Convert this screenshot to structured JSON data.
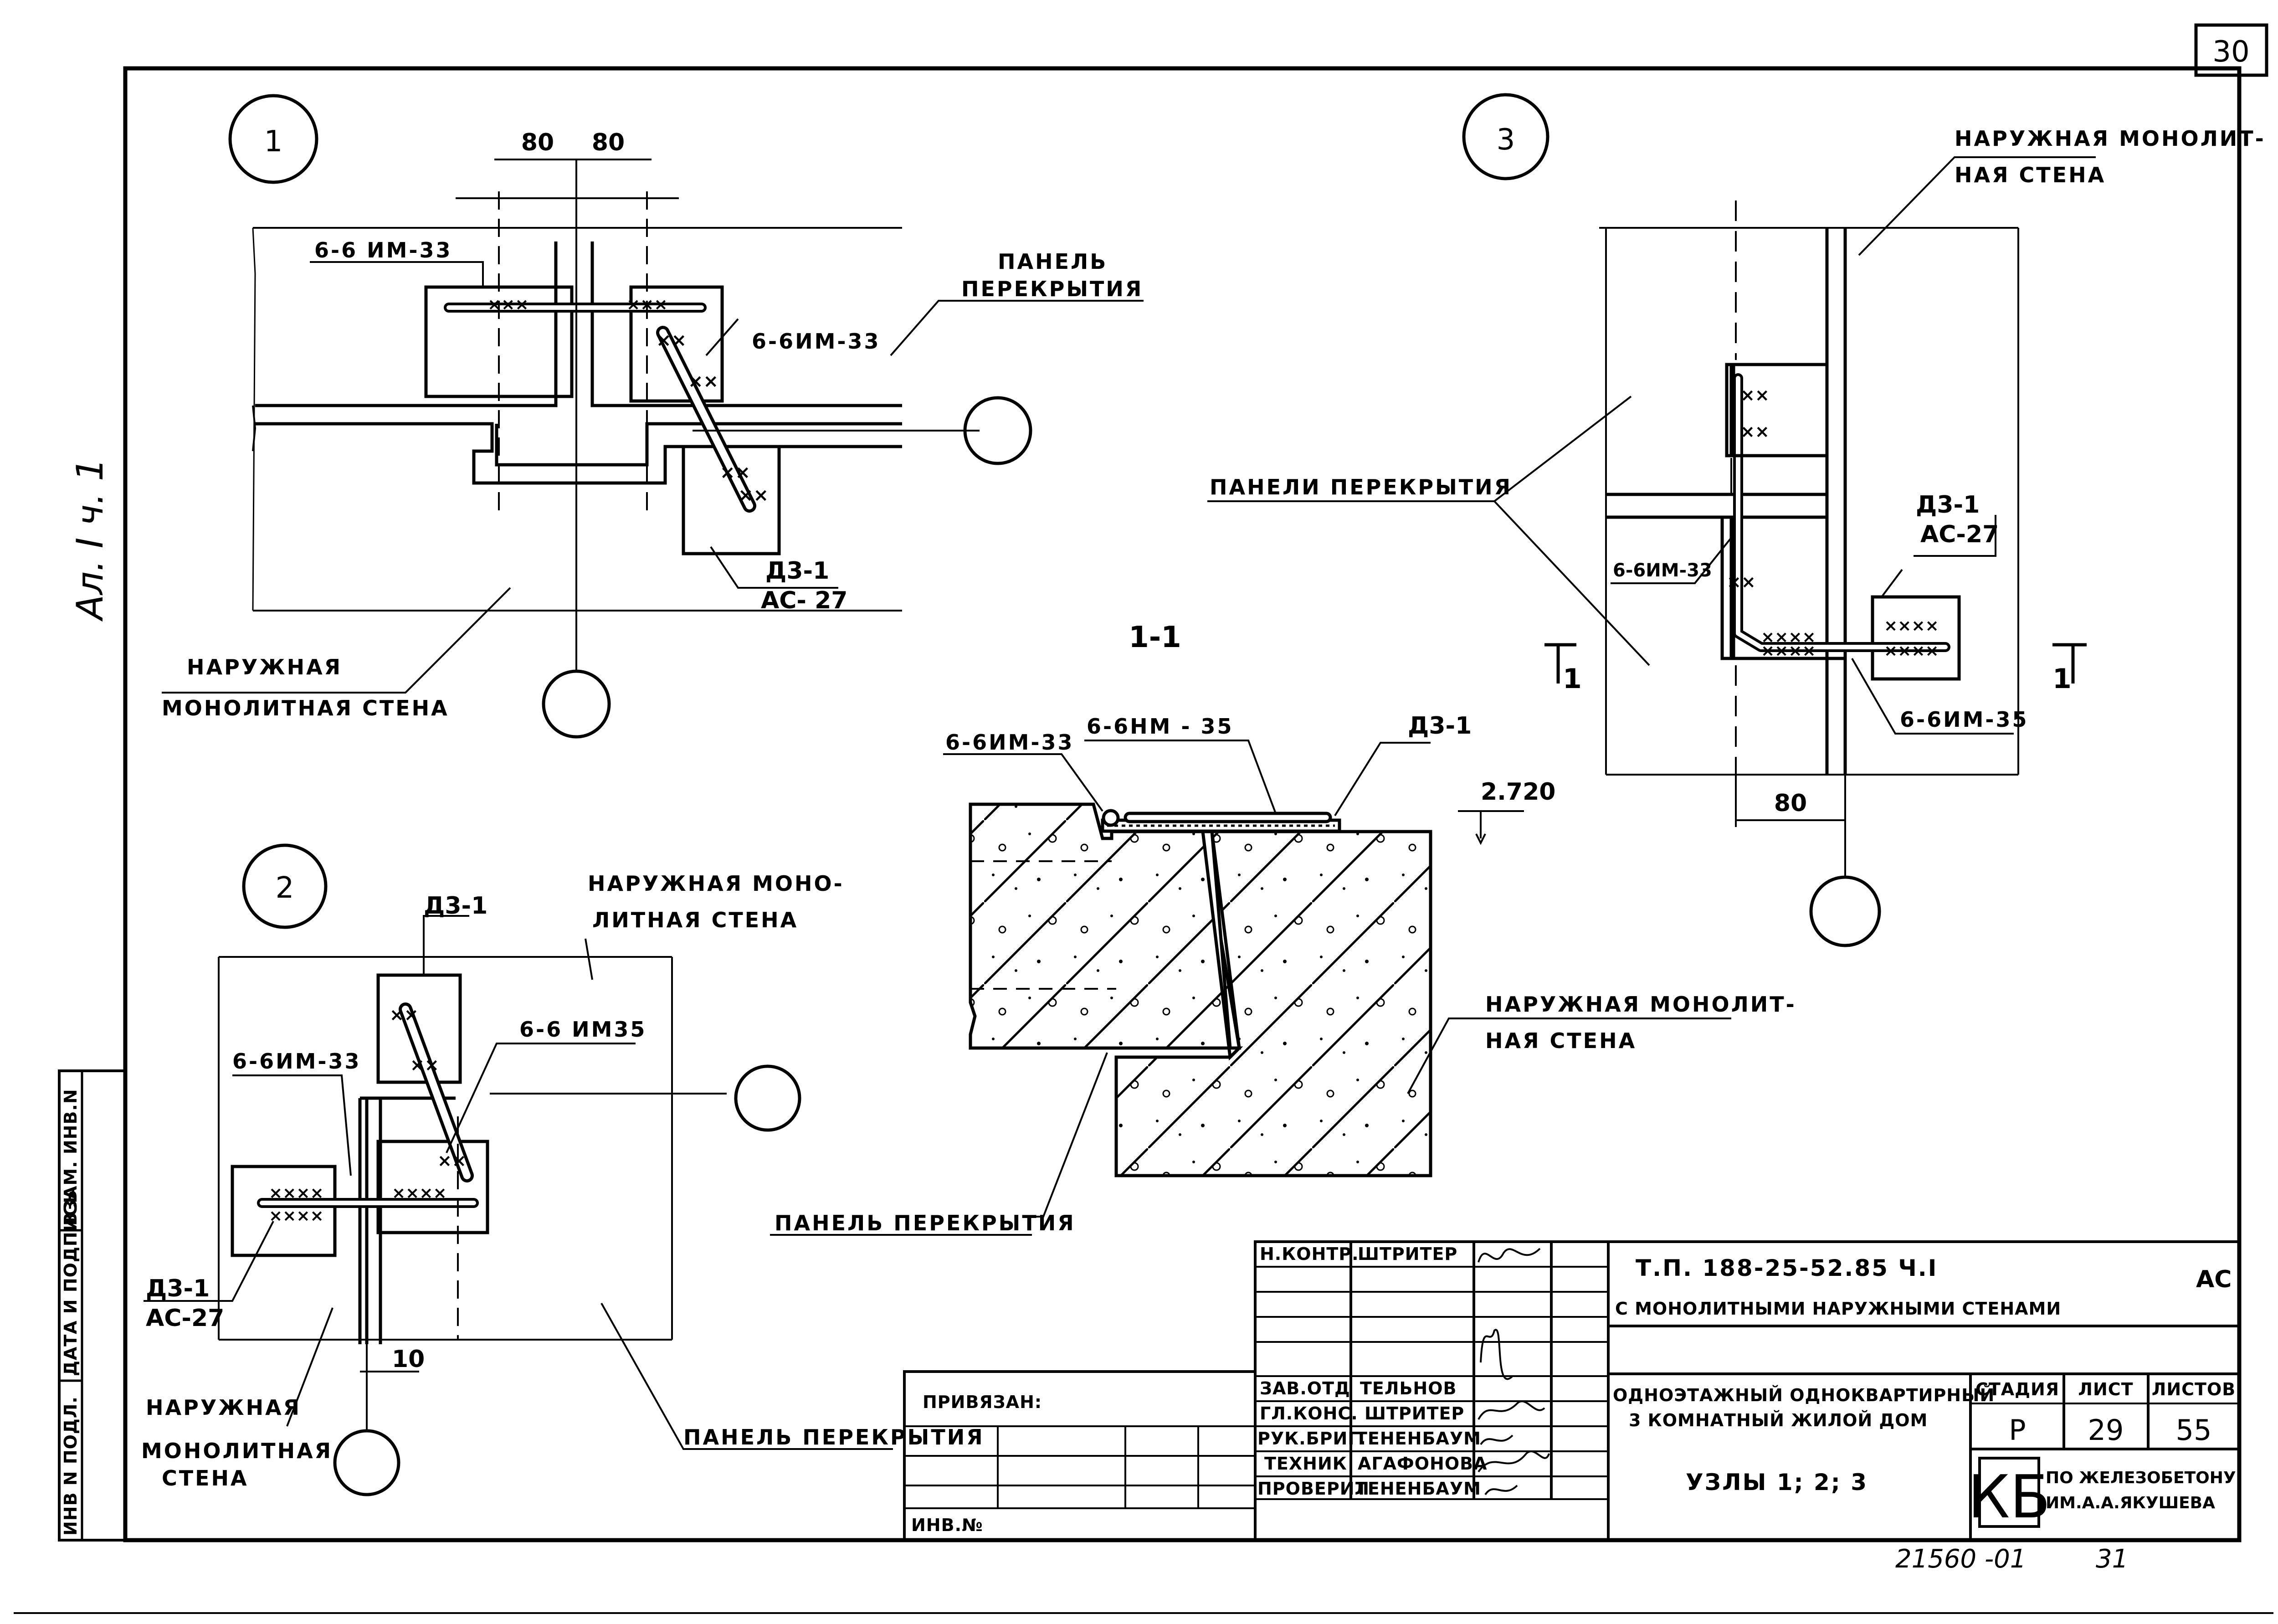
{
  "sheet_number": "30",
  "left_margin": {
    "album_label": "Ал. I  ч. 1"
  },
  "side_strip": {
    "inv_podl": "ИНВ N ПОДЛ.",
    "data_podpis": "ДАТА И ПОДПИСЬ",
    "vzam_inv": "ВЗАМ. ИНВ.N"
  },
  "details": {
    "node1": {
      "number": "1",
      "dim_left": "80",
      "dim_right": "80",
      "rebar_left": "6-6 ИМ-33",
      "rebar_right": "6-6ИМ-33",
      "panel_label_1": "ПАНЕЛЬ",
      "panel_label_2": "ПЕРЕКРЫТИЯ",
      "plate_1": "Д3-1",
      "plate_2": "АС- 27",
      "wall_label_1": "НАРУЖНАЯ",
      "wall_label_2": "МОНОЛИТНАЯ  СТЕНА"
    },
    "node2": {
      "number": "2",
      "plate_top": "Д3-1",
      "wall_label_1": "НАРУЖНАЯ  МОНО-",
      "wall_label_2": "ЛИТНАЯ  СТЕНА",
      "rebar_diag": "6-6 ИМ35",
      "rebar_left": "6-6ИМ-33",
      "plate_1": "Д3-1",
      "plate_2": "АС-27",
      "dim_gap": "10",
      "wall2_label_1": "НАРУЖНАЯ",
      "wall2_label_2": "МОНОЛИТНАЯ",
      "wall2_label_3": "СТЕНА",
      "panel_label": "ПАНЕЛЬ ПЕРЕКРЫТИЯ"
    },
    "node3": {
      "number": "3",
      "wall_label_1": "НАРУЖНАЯ  МОНОЛИТ-",
      "wall_label_2": "НАЯ  СТЕНА",
      "panels_label": "ПАНЕЛИ  ПЕРЕКРЫТИЯ",
      "rebar_left": "6-6ИМ-33",
      "plate_1": "Д3-1",
      "plate_2": "АС-27",
      "rebar_bottom": "6-6ИМ-35",
      "dim": "80",
      "section_mark_left": "1",
      "section_mark_right": "1"
    },
    "section": {
      "title": "1-1",
      "rebar_left": "6-6ИМ-33",
      "rebar_top": "6-6НМ - 35",
      "plate": "Д3-1",
      "elevation": "2.720",
      "wall_label_1": "НАРУЖНАЯ МОНОЛИТ-",
      "wall_label_2": "НАЯ  СТЕНА",
      "panel_label": "ПАНЕЛЬ ПЕРЕКРЫТИЯ"
    }
  },
  "title_block": {
    "privyazan": "ПРИВЯЗАН:",
    "inv_no": "ИНВ.№",
    "roles": [
      {
        "role": "Н.КОНТР.",
        "name": "ШТРИТЕР"
      },
      {
        "role": "ЗАВ.ОТД",
        "name": "ТЕЛЬНОВ"
      },
      {
        "role": "ГЛ.КОНС.",
        "name": "ШТРИТЕР"
      },
      {
        "role": "РУК.БРИГ.",
        "name": "ТЕНЕНБАУМ"
      },
      {
        "role": "ТЕХНИК",
        "name": "АГАФОНОВА"
      },
      {
        "role": "ПРОВЕРИЛ",
        "name": "ТЕНЕНБАУМ"
      }
    ],
    "project_code": "Т.П. 188-25-52.85  Ч.I",
    "project_subtitle": "С МОНОЛИТНЫМИ  НАРУЖНЫМИ  СТЕНАМИ",
    "mark": "АС",
    "building_1": "ОДНОЭТАЖНЫЙ ОДНОКВАРТИРНЫЙ",
    "building_2": "3 КОМНАТНЫЙ ЖИЛОЙ ДОМ",
    "sheet_title": "УЗЛЫ 1; 2; 3",
    "stage_header": "СТАДИЯ",
    "sheet_header": "ЛИСТ",
    "sheets_header": "ЛИСТОВ",
    "stage": "Р",
    "sheet": "29",
    "sheets": "55",
    "org_logo": "КБ",
    "org_1": "ПО ЖЕЛЕЗОБЕТОНУ",
    "org_2": "ИМ.А.А.ЯКУШЕВА"
  },
  "footer": {
    "archive": "21560 -01",
    "page": "31"
  }
}
